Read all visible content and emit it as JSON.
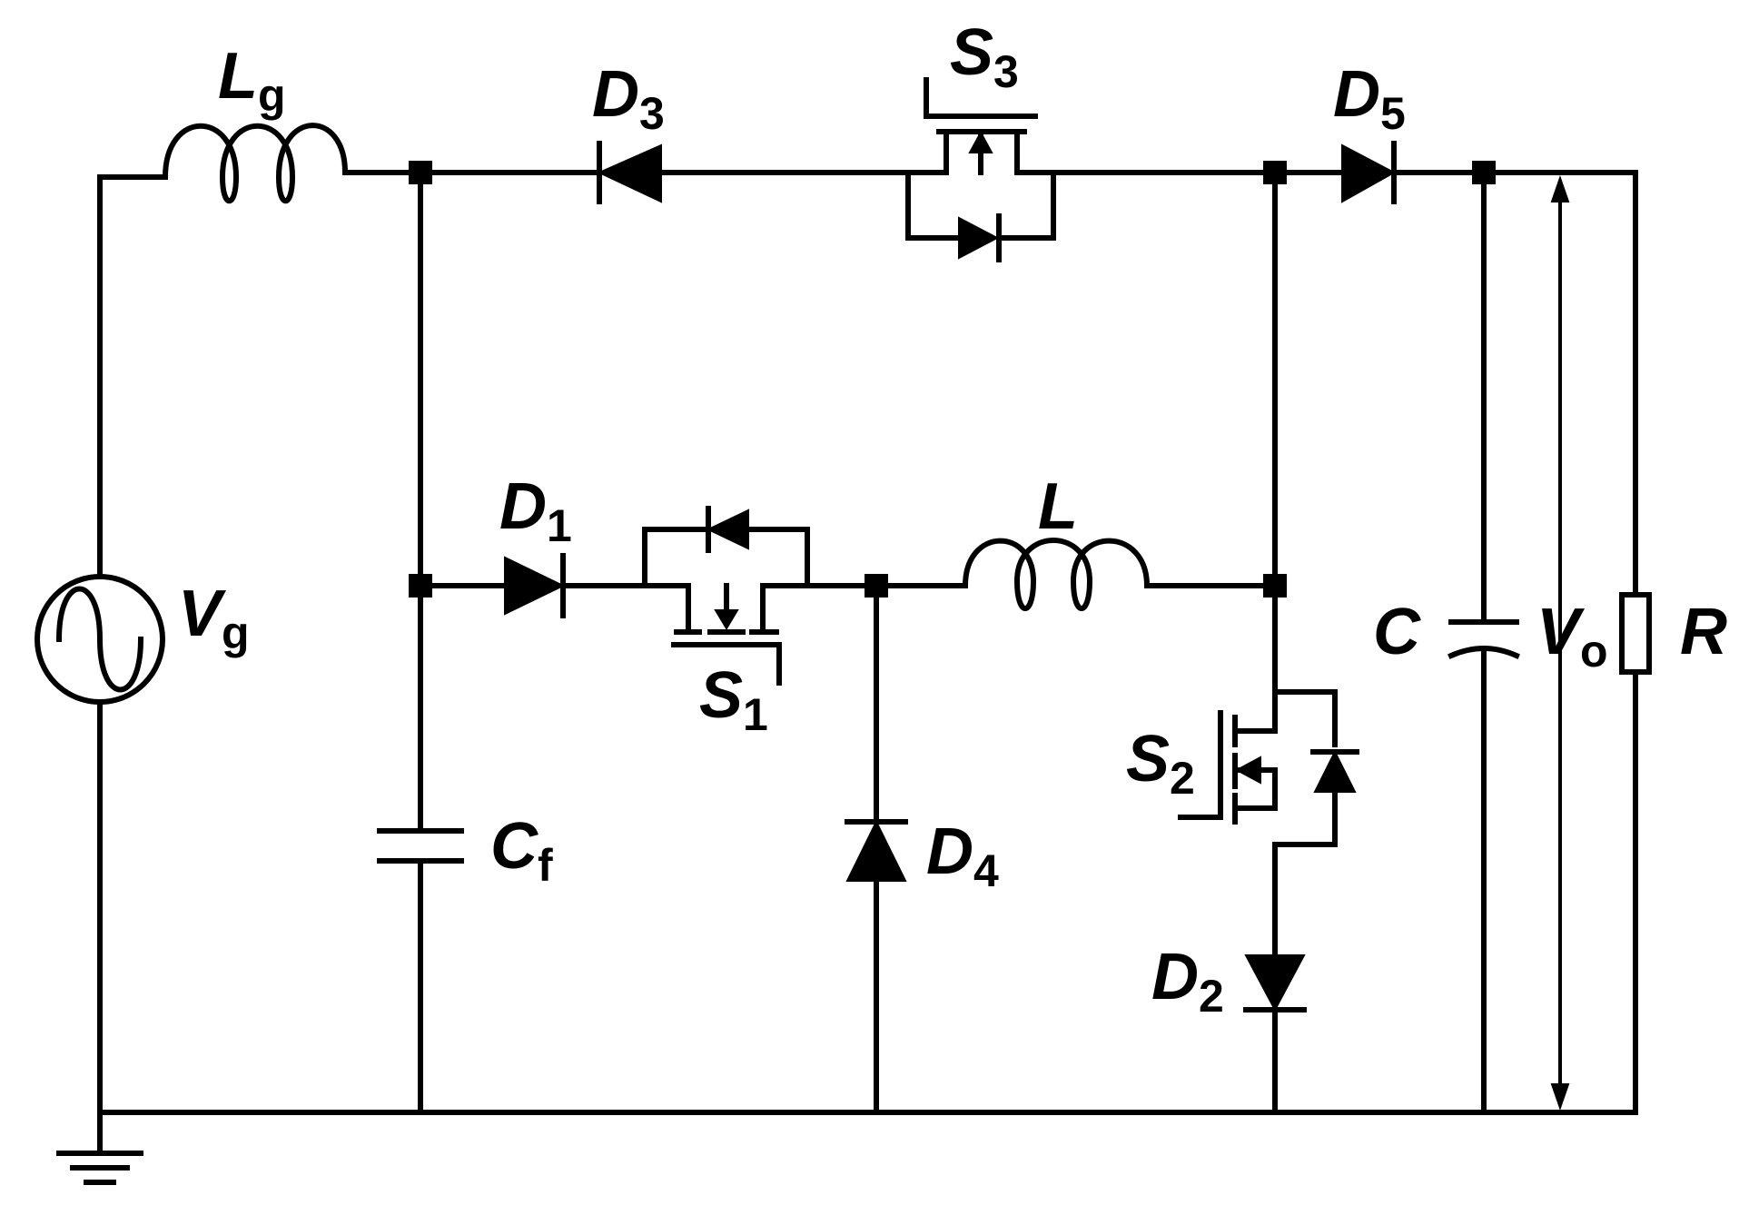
{
  "labels": {
    "Lg": {
      "main": "L",
      "sub": "g"
    },
    "D3": {
      "main": "D",
      "sub": "3"
    },
    "S3": {
      "main": "S",
      "sub": "3"
    },
    "D5": {
      "main": "D",
      "sub": "5"
    },
    "Vg": {
      "main": "V",
      "sub": "g"
    },
    "D1": {
      "main": "D",
      "sub": "1"
    },
    "S1": {
      "main": "S",
      "sub": "1"
    },
    "L": {
      "main": "L"
    },
    "Cf": {
      "main": "C",
      "sub": "f"
    },
    "D4": {
      "main": "D",
      "sub": "4"
    },
    "S2": {
      "main": "S",
      "sub": "2"
    },
    "D2": {
      "main": "D",
      "sub": "2"
    },
    "C": {
      "main": "C"
    },
    "Vo": {
      "main": "V",
      "sub": "o"
    },
    "R": {
      "main": "R"
    }
  }
}
